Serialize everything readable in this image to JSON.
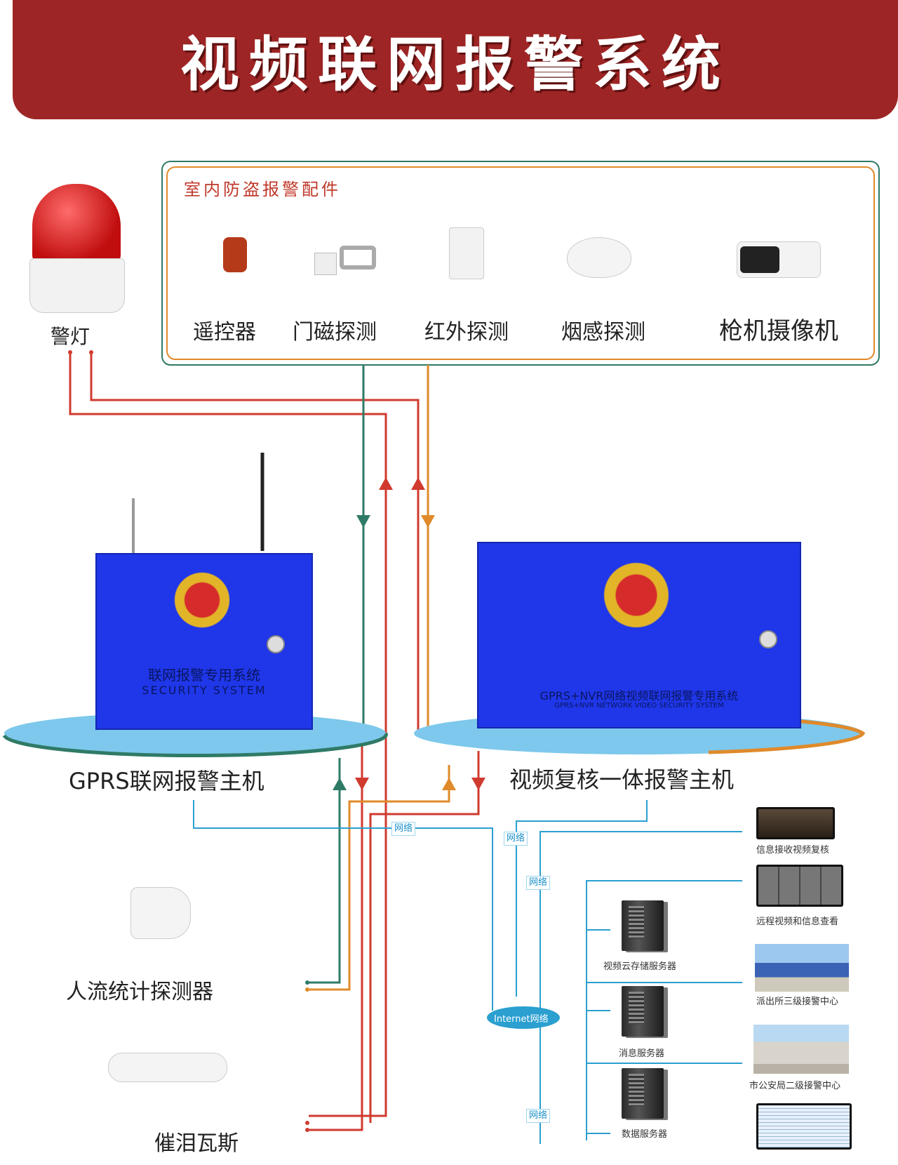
{
  "banner": {
    "title": "视频联网报警系统"
  },
  "accessories": {
    "title": "室内防盗报警配件",
    "items": [
      {
        "label": "遥控器",
        "icon": "remote-control-icon"
      },
      {
        "label": "门磁探测",
        "icon": "door-magnet-icon"
      },
      {
        "label": "红外探测",
        "icon": "infrared-detector-icon"
      },
      {
        "label": "烟感探测",
        "icon": "smoke-detector-icon"
      },
      {
        "label": "枪机摄像机",
        "icon": "bullet-camera-icon"
      }
    ]
  },
  "alarm_light": {
    "label": "警灯",
    "icon": "alarm-light-icon"
  },
  "gprs_host": {
    "box_cn": "联网报警专用系统",
    "box_en": "SECURITY SYSTEM",
    "label": "GPRS联网报警主机"
  },
  "video_host": {
    "box_cn": "GPRS+NVR网络视频联网报警专用系统",
    "box_en": "GPRS+NVR NETWORK VIDEO SECURITY SYSTEM",
    "label": "视频复核一体报警主机"
  },
  "detectors": [
    {
      "label": "人流统计探测器",
      "icon": "people-counter-icon"
    },
    {
      "label": "催泪瓦斯",
      "icon": "tear-gas-icon"
    }
  ],
  "network": {
    "tags": [
      "网络",
      "网络",
      "网络",
      "网络"
    ],
    "hub": "Internet网络"
  },
  "servers": [
    {
      "label": "视频云存储服务器"
    },
    {
      "label": "消息服务器"
    },
    {
      "label": "数据服务器"
    }
  ],
  "endpoints": [
    {
      "label": "信息接收视频复核"
    },
    {
      "label": "远程视频和信息查看"
    },
    {
      "label": "派出所三级接警中心"
    },
    {
      "label": "市公安局二级接警中心"
    }
  ],
  "colors": {
    "banner": "#9e2525",
    "host_box": "#1f37e8",
    "wire_red": "#d03a2f",
    "wire_green": "#2f7a66",
    "wire_orange": "#e08a2a",
    "wire_blue": "#2a9fd0"
  }
}
